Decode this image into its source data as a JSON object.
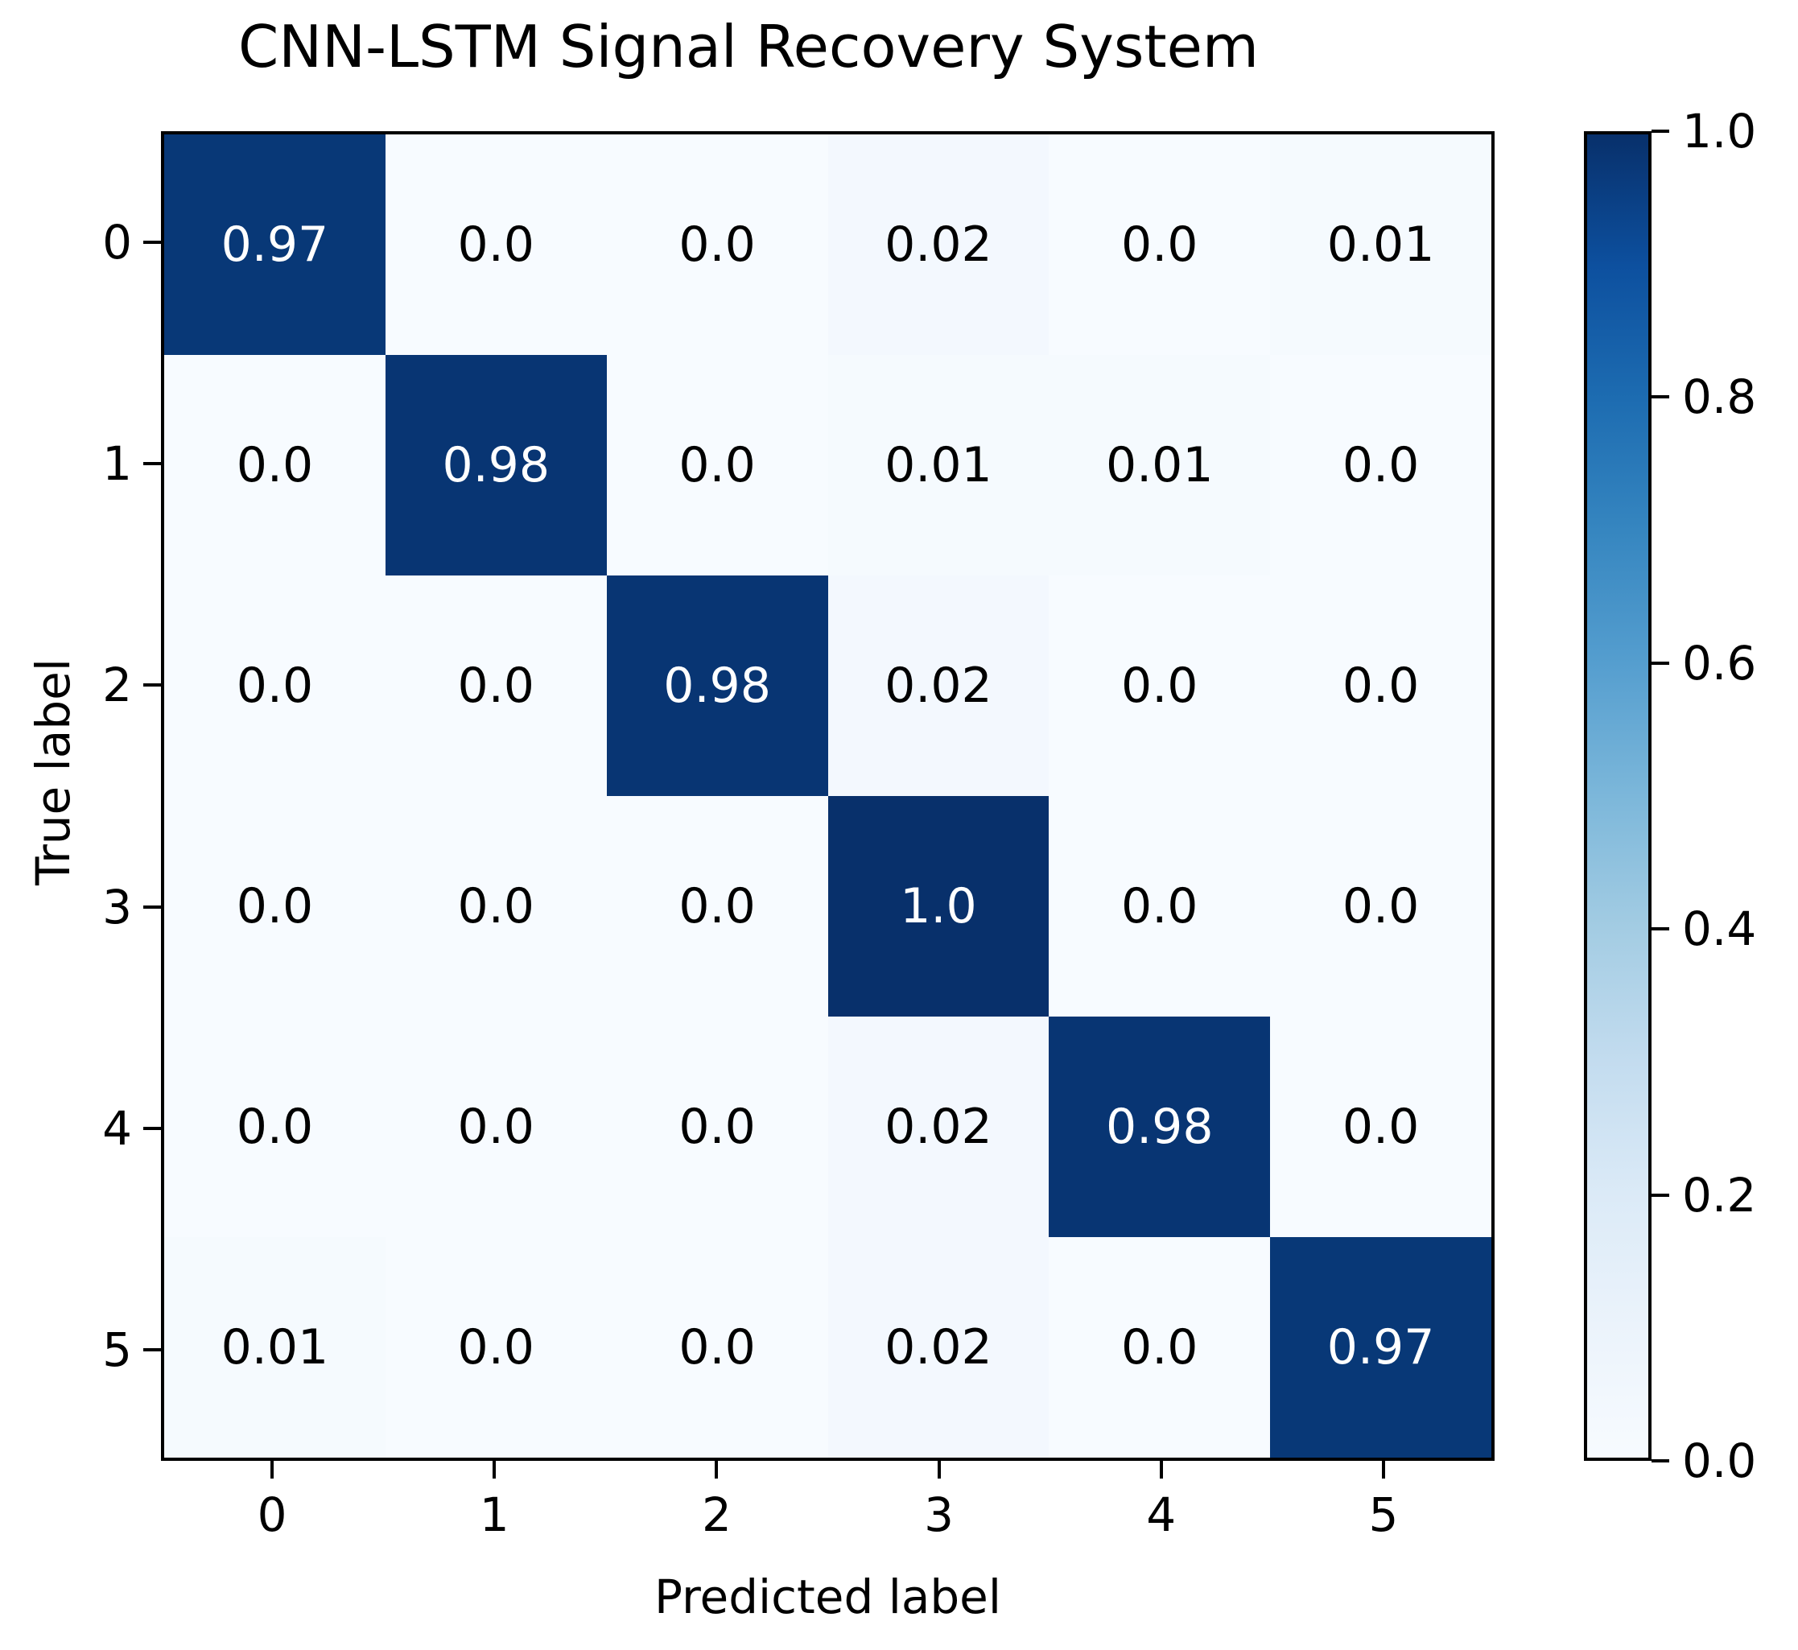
{
  "chart_data": {
    "type": "heatmap",
    "title": "CNN-LSTM Signal Recovery System",
    "xlabel": "Predicted label",
    "ylabel": "True label",
    "x_categories": [
      "0",
      "1",
      "2",
      "3",
      "4",
      "5"
    ],
    "y_categories": [
      "0",
      "1",
      "2",
      "3",
      "4",
      "5"
    ],
    "matrix": [
      [
        0.97,
        0.0,
        0.0,
        0.02,
        0.0,
        0.01
      ],
      [
        0.0,
        0.98,
        0.0,
        0.01,
        0.01,
        0.0
      ],
      [
        0.0,
        0.0,
        0.98,
        0.02,
        0.0,
        0.0
      ],
      [
        0.0,
        0.0,
        0.0,
        1.0,
        0.0,
        0.0
      ],
      [
        0.0,
        0.0,
        0.0,
        0.02,
        0.98,
        0.0
      ],
      [
        0.01,
        0.0,
        0.0,
        0.02,
        0.0,
        0.97
      ]
    ],
    "cell_labels": [
      [
        "0.97",
        "0.0",
        "0.0",
        "0.02",
        "0.0",
        "0.01"
      ],
      [
        "0.0",
        "0.98",
        "0.0",
        "0.01",
        "0.01",
        "0.0"
      ],
      [
        "0.0",
        "0.0",
        "0.98",
        "0.02",
        "0.0",
        "0.0"
      ],
      [
        "0.0",
        "0.0",
        "0.0",
        "1.0",
        "0.0",
        "0.0"
      ],
      [
        "0.0",
        "0.0",
        "0.0",
        "0.02",
        "0.98",
        "0.0"
      ],
      [
        "0.01",
        "0.0",
        "0.0",
        "0.02",
        "0.0",
        "0.97"
      ]
    ],
    "colormap": "Blues",
    "vmin": 0.0,
    "vmax": 1.0,
    "colorbar": {
      "ticks": [
        1.0,
        0.8,
        0.6,
        0.4,
        0.2,
        0.0
      ],
      "tick_labels": [
        "1.0",
        "0.8",
        "0.6",
        "0.4",
        "0.2",
        "0.0"
      ],
      "position": "right"
    },
    "grid": false,
    "annotation_color_dark": "#ffffff",
    "annotation_color_light": "#000000"
  },
  "colors": {
    "cmap_min": "#f7fbff",
    "cmap_max": "#08306b",
    "axis": "#000000",
    "background": "#ffffff"
  }
}
